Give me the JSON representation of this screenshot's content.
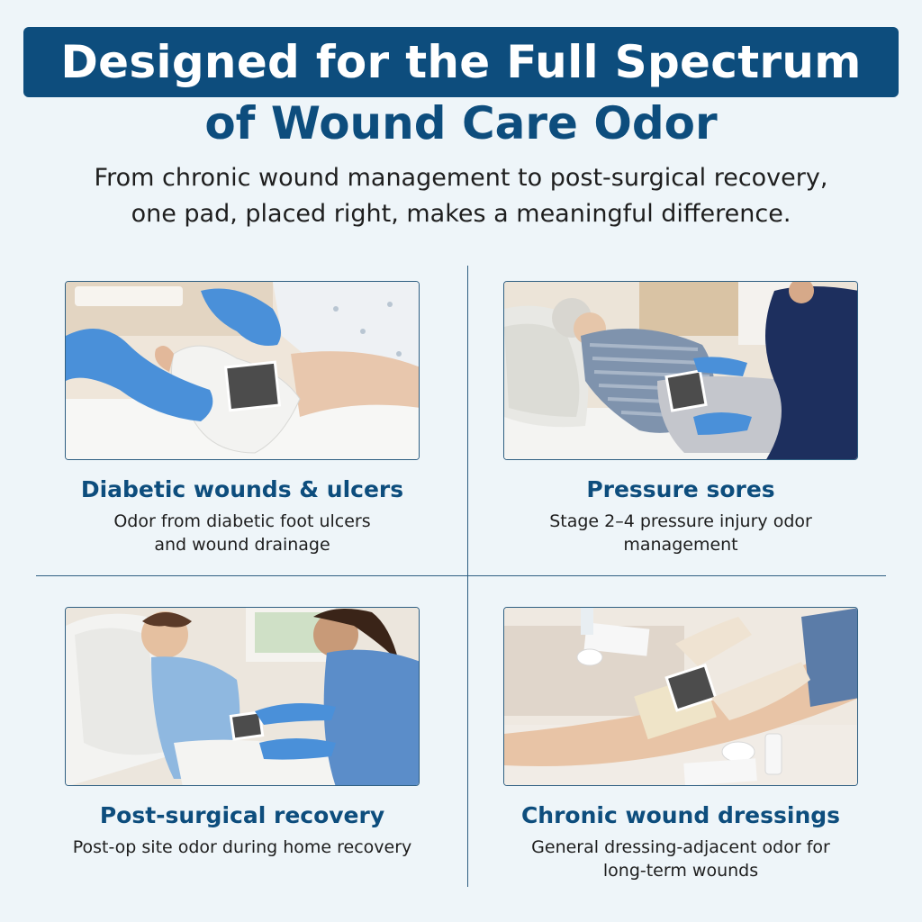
{
  "header": {
    "title_line1": "Designed for the Full Spectrum",
    "title_line2": "of Wound Care Odor",
    "subtitle_line1": "From chronic wound management to post-surgical recovery,",
    "subtitle_line2": "one pad, placed right, makes a meaningful difference."
  },
  "cards": [
    {
      "title": "Diabetic wounds & ulcers",
      "desc_line1": "Odor from diabetic foot ulcers",
      "desc_line2": "and wound drainage"
    },
    {
      "title": "Pressure sores",
      "desc_line1": "Stage 2–4 pressure injury odor",
      "desc_line2": "management"
    },
    {
      "title": "Post-surgical recovery",
      "desc_line1": "Post-op site odor during home recovery",
      "desc_line2": ""
    },
    {
      "title": "Chronic wound dressings",
      "desc_line1": "General dressing-adjacent odor for",
      "desc_line2": "long-term wounds"
    }
  ],
  "colors": {
    "brand_navy": "#0d4d7d",
    "background": "#eef5f9",
    "glove_blue": "#4a90d9",
    "pad_gray": "#5a5a5a"
  }
}
